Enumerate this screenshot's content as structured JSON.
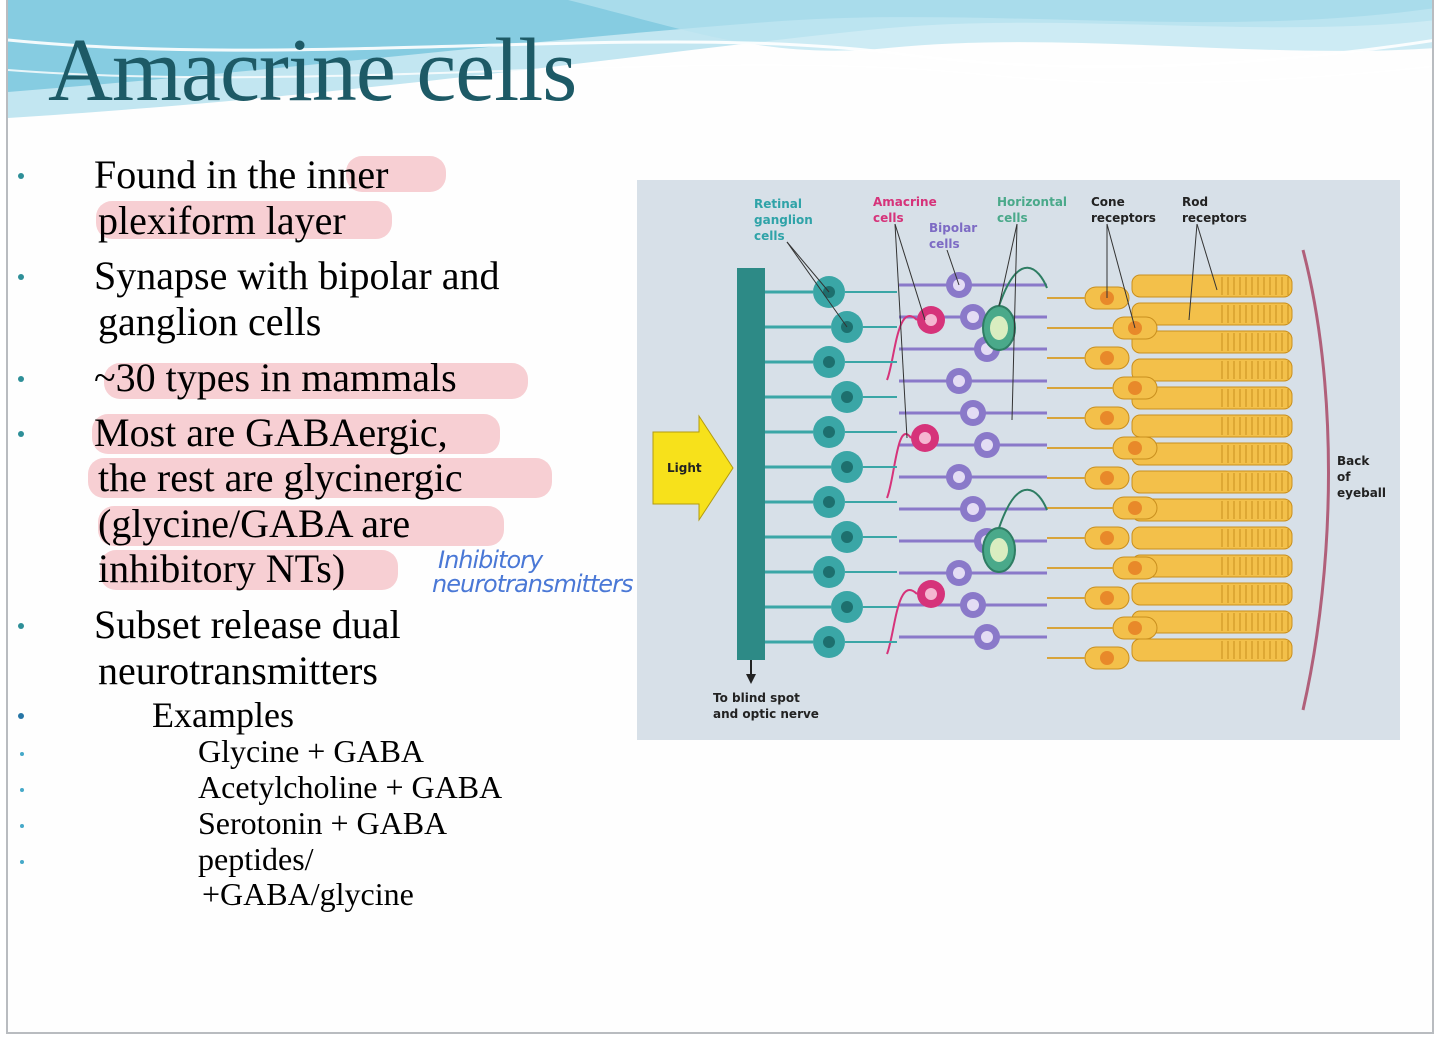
{
  "slide": {
    "title": "Amacrine cells",
    "bullets": [
      {
        "lines": [
          "Found in the inner",
          "plexiform layer"
        ]
      },
      {
        "lines": [
          "Synapse with bipolar and",
          "ganglion cells"
        ]
      },
      {
        "lines": [
          "~30 types in mammals"
        ]
      },
      {
        "lines": [
          "Most are GABAergic,",
          "the rest are glycinergic",
          "(glycine/GABA are",
          "inhibitory NTs)"
        ]
      },
      {
        "lines": [
          "Subset release dual",
          "neurotransmitters"
        ]
      }
    ],
    "sub_bullet": "Examples",
    "examples": [
      "Glycine + GABA",
      "Acetylcholine + GABA",
      "Serotonin + GABA",
      "peptides/\n+GABA/glycine"
    ],
    "examples_last_lines": [
      "peptides/",
      "+GABA/glycine"
    ],
    "annotation_lines": [
      "Inhibitory",
      "neurotransmitters"
    ]
  },
  "figure": {
    "labels": {
      "retinal_ganglion": [
        "Retinal",
        "ganglion",
        "cells"
      ],
      "amacrine": [
        "Amacrine",
        "cells"
      ],
      "bipolar": [
        "Bipolar",
        "cells"
      ],
      "horizontal": [
        "Horizontal",
        "cells"
      ],
      "cone": [
        "Cone",
        "receptors"
      ],
      "rod": [
        "Rod",
        "receptors"
      ],
      "light": "Light",
      "back": [
        "Back",
        "of",
        "eyeball"
      ],
      "blind_spot": [
        "To blind spot",
        "and optic nerve"
      ]
    },
    "colors": {
      "ganglion": "#3aa6a6",
      "amacrine": "#d6337a",
      "bipolar": "#8a79c9",
      "horizontal": "#4aa98a",
      "photoreceptor": "#f3c04a",
      "nucleus_orange": "#e8892a",
      "light_arrow": "#f7e11b",
      "background": "#d7e0e8"
    }
  }
}
